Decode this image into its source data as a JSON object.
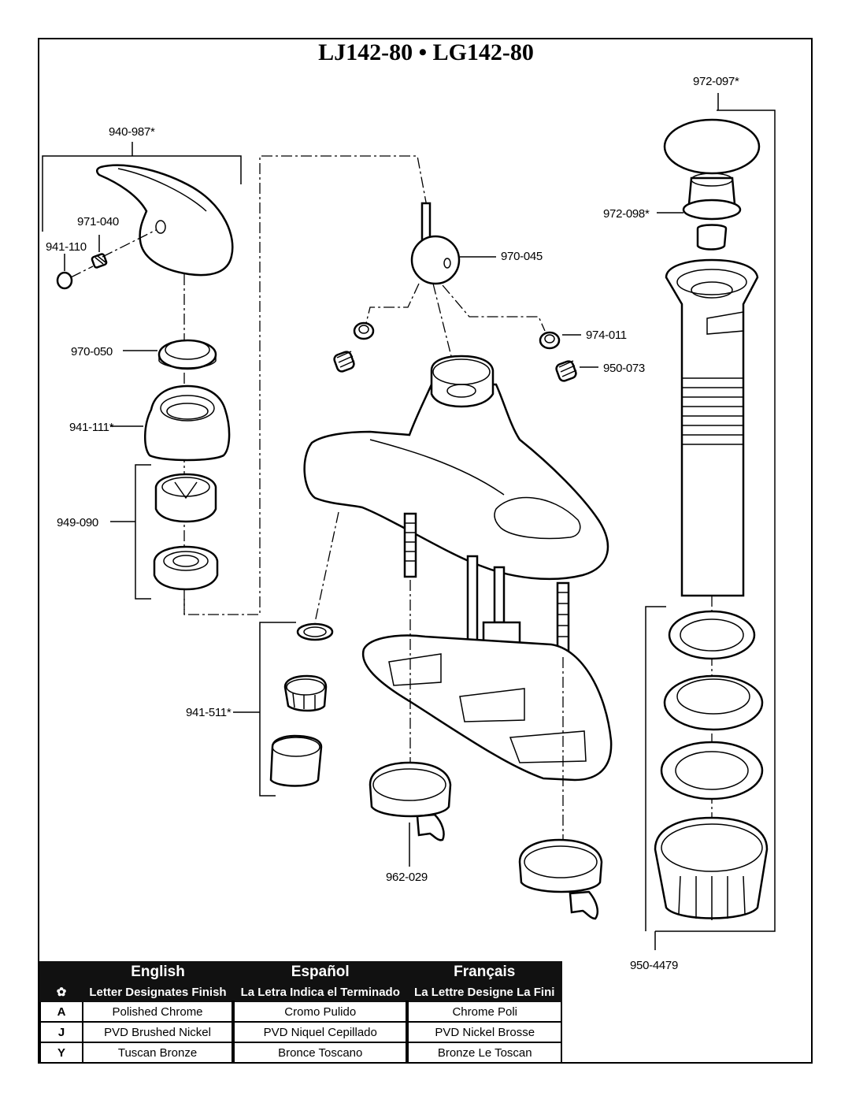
{
  "title": "LJ142-80 • LG142-80",
  "parts": {
    "p940_987": "940-987*",
    "p971_040": "971-040",
    "p941_110": "941-110",
    "p970_050": "970-050",
    "p941_111": "941-111*",
    "p949_090": "949-090",
    "p941_511": "941-511*",
    "p970_045": "970-045",
    "p974_011": "974-011",
    "p950_073": "950-073",
    "p962_029": "962-029",
    "p972_097": "972-097*",
    "p972_098": "972-098*",
    "p950_4479": "950-4479"
  },
  "finish_table": {
    "headers": [
      "English",
      "Español",
      "Français"
    ],
    "marker": "✿",
    "subheaders": [
      "Letter Designates Finish",
      "La Letra Indica el Terminado",
      "La Lettre Designe La Fini"
    ],
    "rows": [
      {
        "code": "A",
        "en": "Polished Chrome",
        "es": "Cromo Pulido",
        "fr": "Chrome Poli"
      },
      {
        "code": "J",
        "en": "PVD Brushed Nickel",
        "es": "PVD Niquel Cepillado",
        "fr": "PVD Nickel Brosse"
      },
      {
        "code": "Y",
        "en": "Tuscan Bronze",
        "es": "Bronce Toscano",
        "fr": "Bronze Le Toscan"
      }
    ]
  }
}
